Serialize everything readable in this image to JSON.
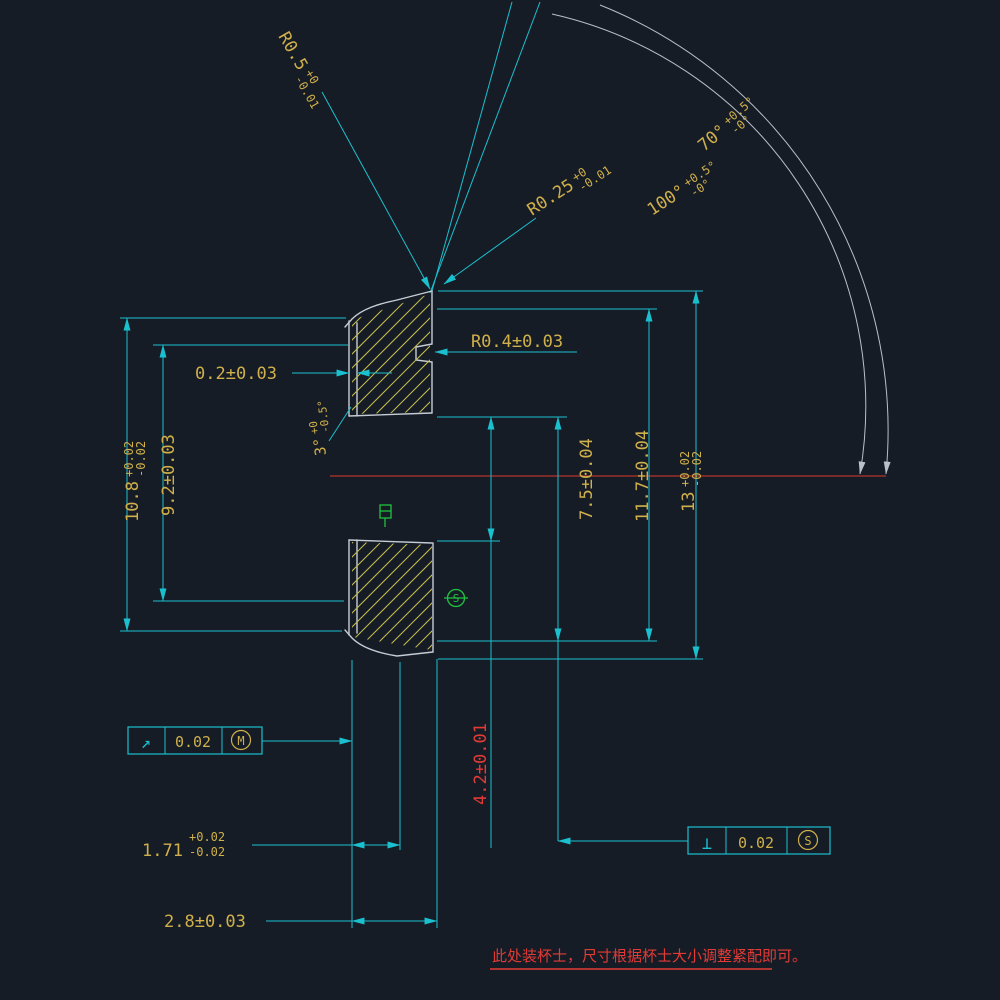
{
  "title": "CAD section drawing - rubber grommet / bushing cross-section",
  "colors": {
    "background": "#161c26",
    "dimension_text": "#d0b04a",
    "dimension_lines": "#1bc0cf",
    "geometry": "#c6ccd4",
    "centerline": "#b8332e",
    "hatch": "#c8bf4e",
    "warning_red": "#e23b35",
    "datum_green": "#1fc43f"
  },
  "dims": {
    "r0_5": {
      "value": "R0.5",
      "tol_up": "+0",
      "tol_dn": "-0.01"
    },
    "r0_25": {
      "value": "R0.25",
      "tol_up": "+0",
      "tol_dn": "-0.01"
    },
    "a70": {
      "value": "70°",
      "tol_up": "+0.5°",
      "tol_dn": "-0°"
    },
    "a100": {
      "value": "100°",
      "tol_up": "+0.5°",
      "tol_dn": "-0°"
    },
    "a3": {
      "value": "3°",
      "tol_up": "+0",
      "tol_dn": "-0.5°"
    },
    "r0_4": {
      "value": "R0.4±0.03"
    },
    "w0_2": {
      "value": "0.2±0.03"
    },
    "h10_8": {
      "value": "10.8",
      "tol_up": "+0.02",
      "tol_dn": "-0.02"
    },
    "h9_2": {
      "value": "9.2±0.03"
    },
    "h7_5": {
      "value": "7.5±0.04"
    },
    "h11_7": {
      "value": "11.7±0.04"
    },
    "h13": {
      "value": "13",
      "tol_up": "+0.02",
      "tol_dn": "-0.02"
    },
    "w1_71": {
      "value": "1.71",
      "tol_up": "+0.02",
      "tol_dn": "-0.02"
    },
    "w2_8": {
      "value": "2.8±0.03"
    },
    "h4_2": {
      "value": "4.2±0.01"
    }
  },
  "fcf1": {
    "symbol": "↗",
    "value": "0.02",
    "modifier": "M"
  },
  "fcf2": {
    "symbol": "⊥",
    "value": "0.02",
    "modifier": "S"
  },
  "datum": {
    "s": "S"
  },
  "note": {
    "text": "此处装杯士，尺寸根据杯士大小调整紧配即可。"
  }
}
